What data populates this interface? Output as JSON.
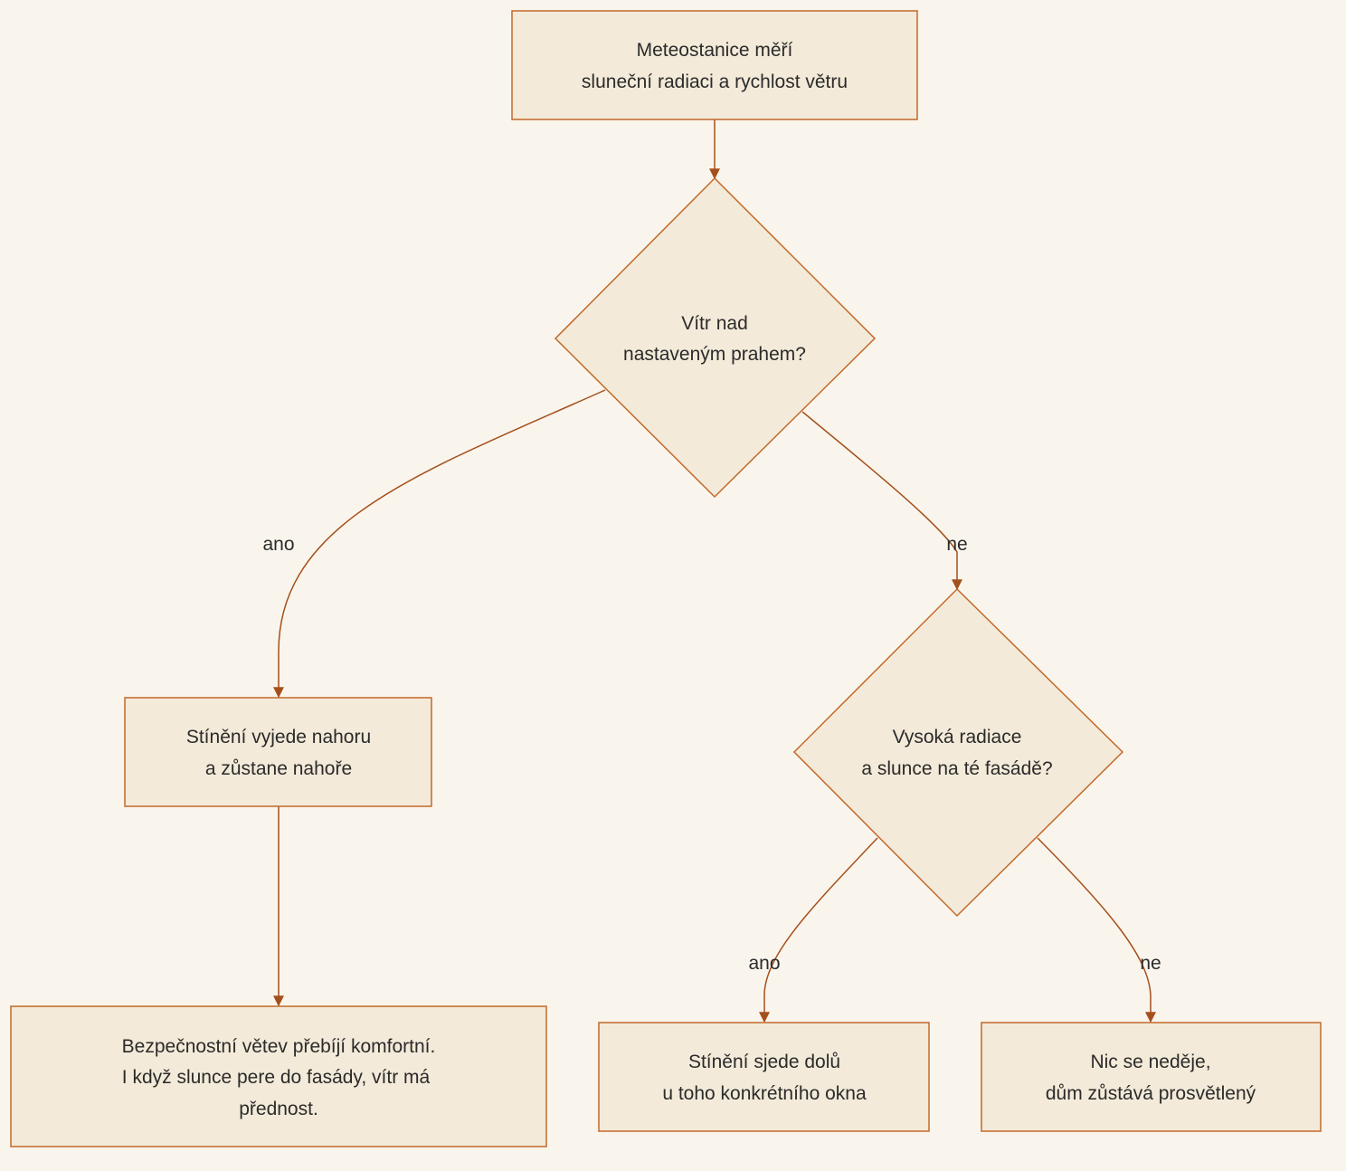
{
  "nodes": {
    "station": [
      "Meteostanice měří",
      "sluneční radiaci a rychlost větru"
    ],
    "wind_decision": [
      "Vítr nad",
      "nastaveným prahem?"
    ],
    "shade_up": [
      "Stínění vyjede nahoru",
      "a zůstane nahoře"
    ],
    "safety_note": [
      "Bezpečnostní větev přebíjí komfortní.",
      "I když slunce pere do fasády, vítr má",
      "přednost."
    ],
    "radiation_decision": [
      "Vysoká radiace",
      "a slunce na té fasádě?"
    ],
    "shade_down": [
      "Stínění sjede dolů",
      "u toho konkrétního okna"
    ],
    "nothing": [
      "Nic se neděje,",
      "dům zůstává prosvětlený"
    ]
  },
  "edge_labels": {
    "wind_yes": "ano",
    "wind_no": "ne",
    "radiation_yes": "ano",
    "radiation_no": "ne"
  },
  "colors": {
    "background": "#faf5ec",
    "node_fill": "#f3ead9",
    "node_stroke": "#c1692a",
    "edge": "#a4501d"
  }
}
